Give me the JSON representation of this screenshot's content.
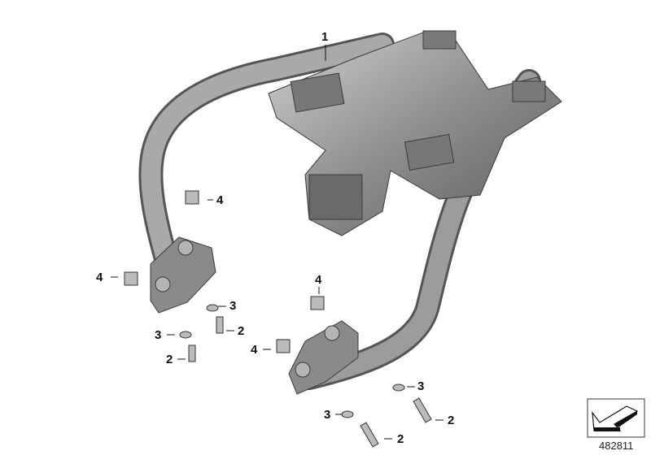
{
  "diagram": {
    "part_number": "482811",
    "callouts": [
      {
        "id": "c1",
        "label": "1"
      },
      {
        "id": "c4a",
        "label": "4"
      },
      {
        "id": "c4b",
        "label": "4"
      },
      {
        "id": "c3a",
        "label": "3"
      },
      {
        "id": "c2a",
        "label": "2"
      },
      {
        "id": "c3b",
        "label": "3"
      },
      {
        "id": "c2b",
        "label": "2"
      },
      {
        "id": "c4c",
        "label": "4"
      },
      {
        "id": "c4d",
        "label": "4"
      },
      {
        "id": "c3c",
        "label": "3"
      },
      {
        "id": "c3d",
        "label": "3"
      },
      {
        "id": "c2c",
        "label": "2"
      },
      {
        "id": "c2d",
        "label": "2"
      }
    ],
    "colors": {
      "part": "#8f8f8f",
      "part_dark": "#5e5e5e",
      "part_light": "#c8c8c8"
    }
  }
}
